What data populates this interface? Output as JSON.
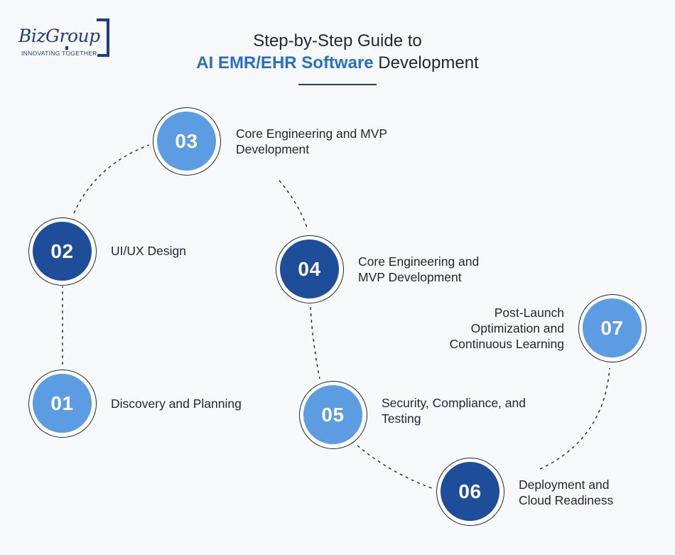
{
  "logo": {
    "brand": "BizGroup",
    "tagline": "INNOVATING TOGETHER"
  },
  "title": {
    "line1": "Step-by-Step Guide to",
    "line2_accent": "AI EMR/EHR Software",
    "line2_rest": " Development"
  },
  "colors": {
    "light_circle": "#5b9ce3",
    "dark_circle": "#1e4e9a",
    "accent_text": "#2a6fc0",
    "navy": "#1d3f79"
  },
  "steps": [
    {
      "number": "01",
      "label_line1": "Discovery and Planning",
      "label_line2": ""
    },
    {
      "number": "02",
      "label_line1": "UI/UX Design",
      "label_line2": ""
    },
    {
      "number": "03",
      "label_line1": "Core Engineering and MVP",
      "label_line2": "Development"
    },
    {
      "number": "04",
      "label_line1": "Core Engineering and",
      "label_line2": "MVP Development"
    },
    {
      "number": "05",
      "label_line1": "Security, Compliance, and",
      "label_line2": "Testing"
    },
    {
      "number": "06",
      "label_line1": "Deployment and",
      "label_line2": "Cloud Readiness"
    },
    {
      "number": "07",
      "label_line1": "Post-Launch",
      "label_line2": "Optimization and",
      "label_line3": "Continuous Learning"
    }
  ]
}
